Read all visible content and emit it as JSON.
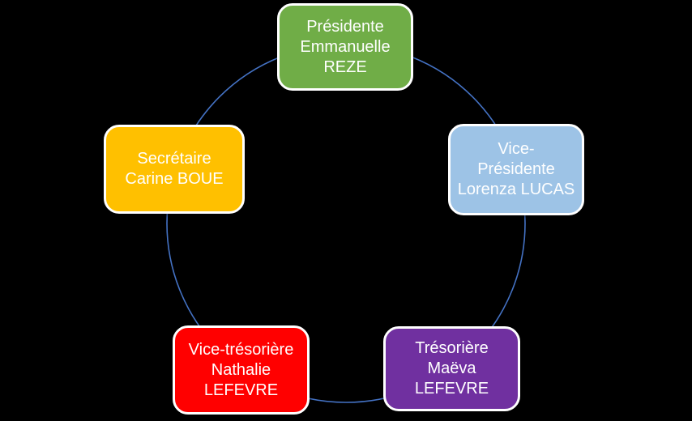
{
  "diagram": {
    "type": "cycle",
    "background_color": "#000000",
    "connector_color": "#4472C4",
    "text_color": "#FFFFFF",
    "nodes": [
      {
        "name": "presidente",
        "color": "#70AD47",
        "text": "Présidente\nEmmanuelle\nREZE"
      },
      {
        "name": "vice-presidente",
        "color": "#9DC3E6",
        "text": "Vice-\nPrésidente\nLorenza LUCAS"
      },
      {
        "name": "tresoriere",
        "color": "#7030A0",
        "text": "Trésorière\nMaëva\nLEFEVRE"
      },
      {
        "name": "vice-tresoriere",
        "color": "#FF0000",
        "text": "Vice-trésorière\nNathalie\nLEFEVRE"
      },
      {
        "name": "secretaire",
        "color": "#FFC000",
        "text": "Secrétaire\nCarine BOUE"
      }
    ]
  }
}
